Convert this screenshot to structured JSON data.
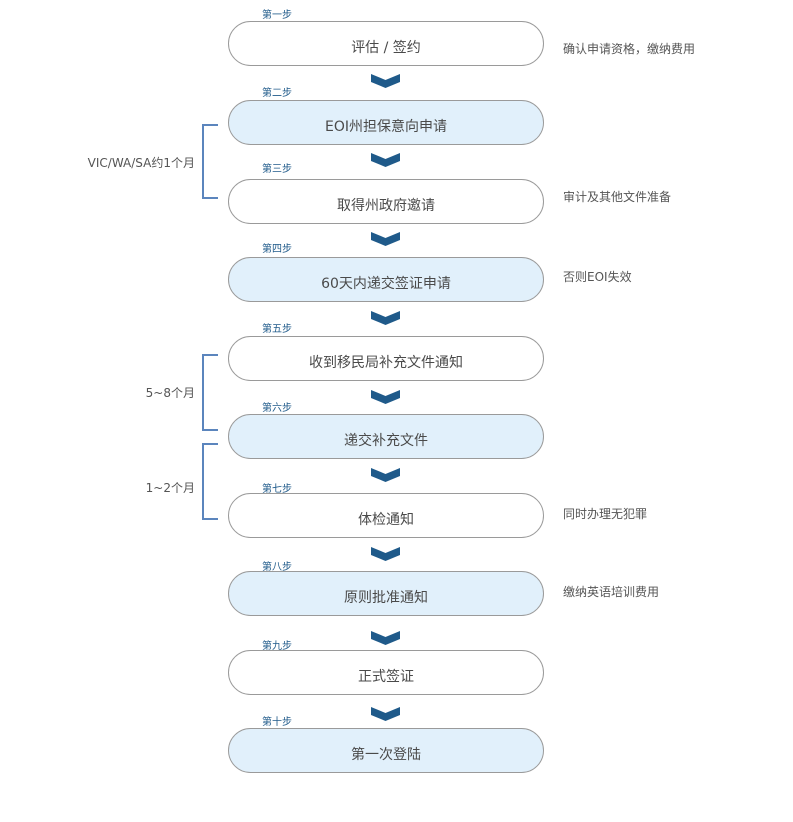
{
  "steps": [
    {
      "label": "第一步",
      "text": "评估 / 签约",
      "note": "确认申请资格，缴纳费用"
    },
    {
      "label": "第二步",
      "text": "EOI州担保意向申请",
      "note": ""
    },
    {
      "label": "第三步",
      "text": "取得州政府邀请",
      "note": "审计及其他文件准备"
    },
    {
      "label": "第四步",
      "text": "60天内递交签证申请",
      "note": "否则EOI失效"
    },
    {
      "label": "第五步",
      "text": "收到移民局补充文件通知",
      "note": ""
    },
    {
      "label": "第六步",
      "text": "递交补充文件",
      "note": ""
    },
    {
      "label": "第七步",
      "text": "体检通知",
      "note": "同时办理无犯罪"
    },
    {
      "label": "第八步",
      "text": "原则批准通知",
      "note": "缴纳英语培训费用"
    },
    {
      "label": "第九步",
      "text": "正式签证",
      "note": ""
    },
    {
      "label": "第十步",
      "text": "第一次登陆",
      "note": ""
    }
  ],
  "durations": [
    {
      "text": "VIC/WA/SA约1个月"
    },
    {
      "text": "5~8个月"
    },
    {
      "text": "1~2个月"
    }
  ],
  "colors": {
    "step_label": "#1f5a8a",
    "chevron": "#1f5a8a",
    "highlight_fill": "#e1f0fb",
    "bracket": "#5b85bd"
  }
}
